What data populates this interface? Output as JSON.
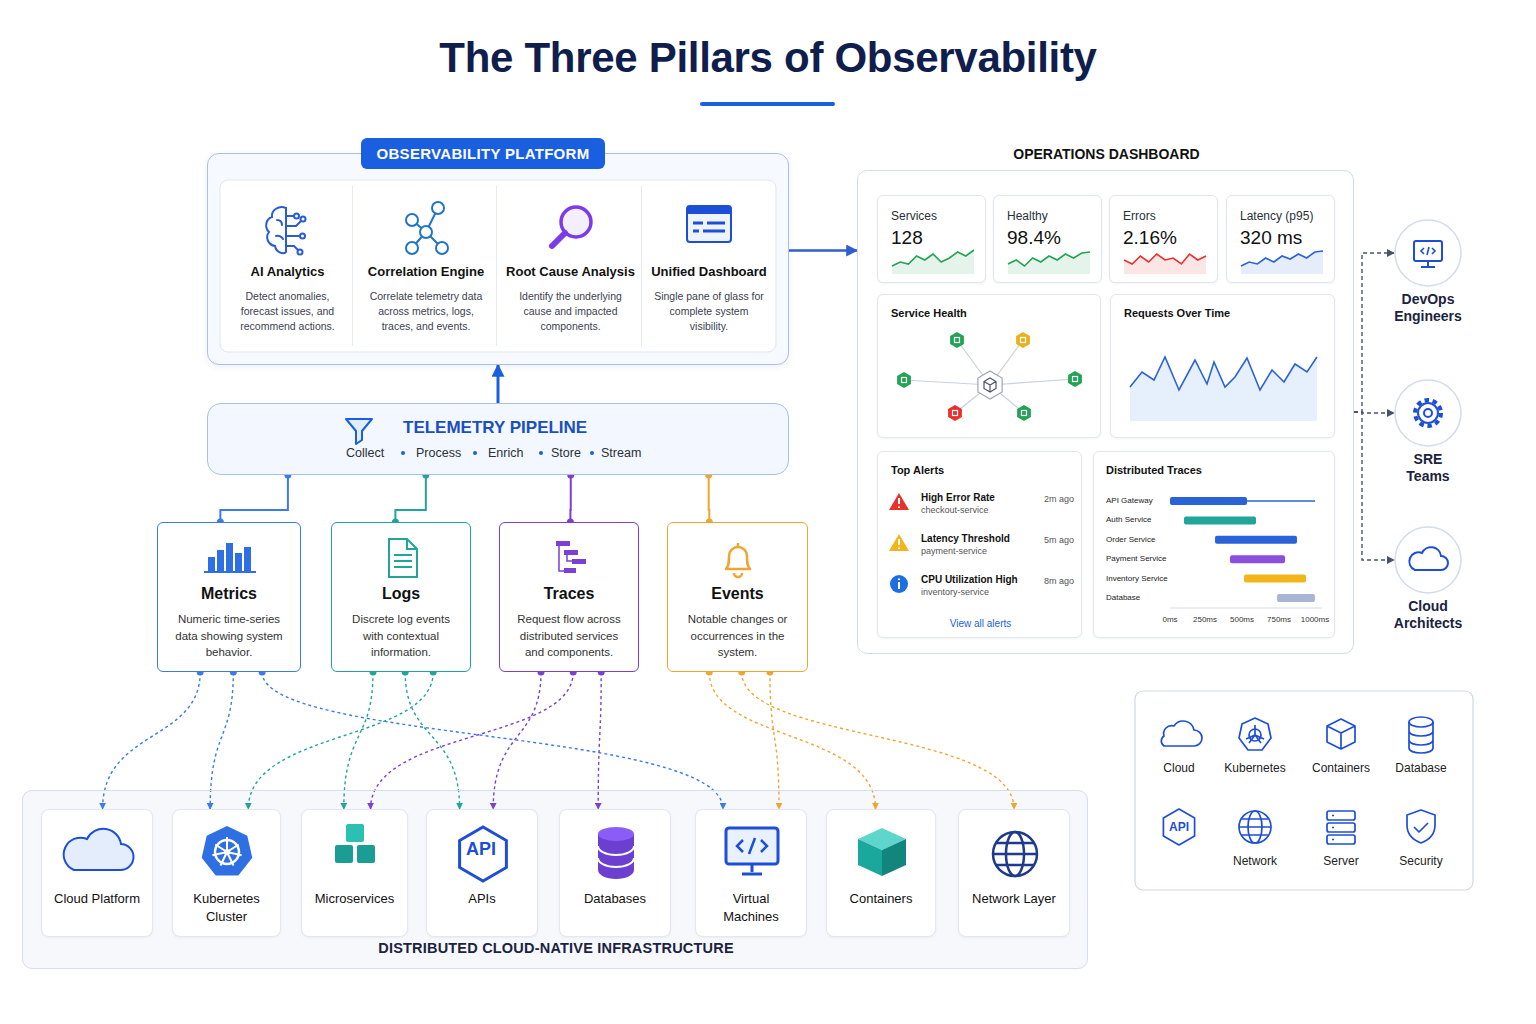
{
  "diagram": {
    "title": "The Three Pillars of Observability",
    "nodes": [
      {
        "text": [
          "OBSERVABILITY PLATFORM"
        ]
      },
      {
        "text": [
          "AI Analytics",
          "Detect anomalies, forecast issues, and recommend actions."
        ],
        "in": 0
      },
      {
        "text": [
          "Correlation Engine",
          "Correlate telemetry data across metrics, logs, traces, and events."
        ],
        "in": 0
      },
      {
        "text": [
          "Root Cause Analysis",
          "Identify the underlying cause and impacted components."
        ],
        "in": 0
      },
      {
        "text": [
          "Unified Dashboard",
          "Single pane of glass for complete system visibility."
        ],
        "in": 0
      },
      {
        "text": [
          "OPERATIONS DASHBOARD"
        ]
      },
      {
        "text": [
          "Services",
          "128"
        ],
        "in": 5
      },
      {
        "text": [
          "Healthy",
          "98.4%"
        ],
        "in": 5
      },
      {
        "text": [
          "Errors",
          "2.16%"
        ],
        "in": 5
      },
      {
        "text": [
          "Latency (p95)",
          "320 ms"
        ],
        "in": 5
      },
      {
        "text": [
          "Service Health"
        ],
        "in": 5
      },
      {
        "text": [
          "Requests Over Time"
        ],
        "in": 5
      },
      {
        "text": [
          "Top Alerts",
          "High Error Rate",
          "checkout-service",
          "2m ago",
          "Latency Threshold",
          "payment-service",
          "5m ago",
          "CPU Utilization High",
          "inventory-service",
          "8m ago",
          "View all alerts"
        ],
        "in": 5
      },
      {
        "text": [
          "Distributed Traces",
          "API Gateway",
          "Auth Service",
          "Order Service",
          "Payment Service",
          "Inventory Service",
          "Database",
          "0ms",
          "250ms",
          "500ms",
          "750ms",
          "1000ms"
        ],
        "in": 5
      },
      {
        "text": [
          "DevOps Engineers"
        ]
      },
      {
        "text": [
          "SRE Teams"
        ]
      },
      {
        "text": [
          "Cloud Architects"
        ]
      },
      {
        "text": [
          "TELEMETRY PIPELINE",
          "Collect",
          "Process",
          "Enrich",
          "Store",
          "Stream"
        ]
      },
      {
        "text": [
          "Metrics",
          "Numeric time-series data showing system behavior."
        ]
      },
      {
        "text": [
          "Logs",
          "Discrete log events with contextual information."
        ]
      },
      {
        "text": [
          "Traces",
          "Request flow across distributed services and components."
        ]
      },
      {
        "text": [
          "Events",
          "Notable changes or occurrences in the system."
        ]
      },
      {
        "text": [
          "DISTRIBUTED CLOUD-NATIVE INFRASTRUCTURE"
        ]
      },
      {
        "text": [
          "Cloud Platform"
        ],
        "in": 22
      },
      {
        "text": [
          "Kubernetes Cluster"
        ],
        "in": 22
      },
      {
        "text": [
          "Microservices"
        ],
        "in": 22
      },
      {
        "text": [
          "APIs"
        ],
        "in": 22
      },
      {
        "text": [
          "Databases"
        ],
        "in": 22
      },
      {
        "text": [
          "Virtual Machines"
        ],
        "in": 22
      },
      {
        "text": [
          "Containers"
        ],
        "in": 22
      },
      {
        "text": [
          "Network Layer"
        ],
        "in": 22
      }
    ],
    "edges": [
      {
        "from": 17,
        "to": 0,
        "arrow": "to"
      },
      {
        "from": 0,
        "to": 5,
        "arrow": "to"
      },
      {
        "from": 5,
        "to": 14,
        "arrow": "to"
      },
      {
        "from": 5,
        "to": 15,
        "arrow": "to"
      },
      {
        "from": 5,
        "to": 16,
        "arrow": "to"
      },
      {
        "from": 18,
        "to": 17,
        "arrow": "none"
      },
      {
        "from": 19,
        "to": 17,
        "arrow": "none"
      },
      {
        "from": 20,
        "to": 17,
        "arrow": "none"
      },
      {
        "from": 21,
        "to": 17,
        "arrow": "none"
      },
      {
        "from": 18,
        "to": 23,
        "arrow": "to"
      },
      {
        "from": 18,
        "to": 24,
        "arrow": "to"
      },
      {
        "from": 18,
        "to": 28,
        "arrow": "to"
      },
      {
        "from": 19,
        "to": 25,
        "arrow": "to"
      },
      {
        "from": 19,
        "to": 26,
        "arrow": "to"
      },
      {
        "from": 19,
        "to": 24,
        "arrow": "to"
      },
      {
        "from": 20,
        "to": 26,
        "arrow": "to"
      },
      {
        "from": 20,
        "to": 25,
        "arrow": "to"
      },
      {
        "from": 20,
        "to": 27,
        "arrow": "to"
      },
      {
        "from": 21,
        "to": 29,
        "arrow": "to"
      },
      {
        "from": 21,
        "to": 30,
        "arrow": "to"
      },
      {
        "from": 21,
        "to": 28,
        "arrow": "to"
      }
    ],
    "labels": [
      "API",
      "Cloud",
      "Kubernetes",
      "Containers",
      "Database",
      "API",
      "Network",
      "Server",
      "Security"
    ]
  }
}
